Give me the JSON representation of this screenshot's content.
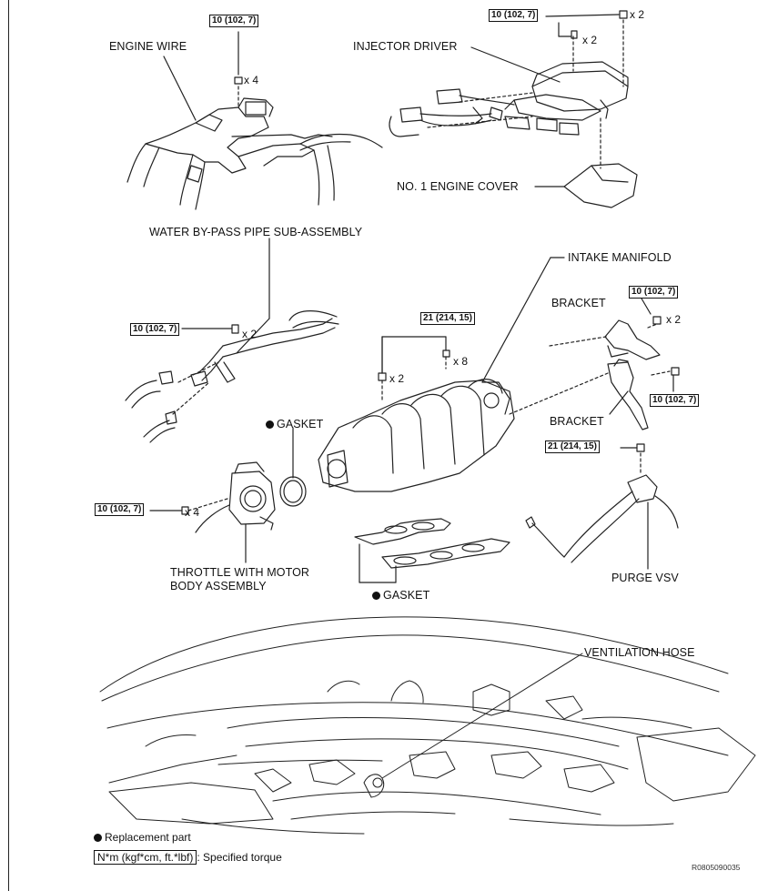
{
  "labels": {
    "engine_wire": "ENGINE WIRE",
    "injector_driver": "INJECTOR DRIVER",
    "no1_engine_cover": "NO. 1 ENGINE COVER",
    "water_bypass": "WATER BY-PASS PIPE SUB-ASSEMBLY",
    "intake_manifold": "INTAKE MANIFOLD",
    "bracket_upper": "BRACKET",
    "bracket_lower": "BRACKET",
    "gasket_round": "GASKET",
    "gasket_lower": "GASKET",
    "throttle_line1": "THROTTLE WITH MOTOR",
    "throttle_line2": "BODY ASSEMBLY",
    "purge_vsv": "PURGE VSV",
    "ventilation_hose": "VENTILATION HOSE"
  },
  "torques": {
    "engine_wire": "10 (102, 7)",
    "injector_driver": "10 (102, 7)",
    "water_bypass": "10 (102, 7)",
    "manifold": "21 (214, 15)",
    "bracket_upper": "10 (102, 7)",
    "bracket_lower": "10 (102, 7)",
    "throttle": "10 (102, 7)",
    "purge_vsv": "21 (214, 15)"
  },
  "quantities": {
    "engine_wire": "x 4",
    "injector_nut": "x 2",
    "injector_bolt": "x 2",
    "water_bypass": "x 2",
    "manifold_bolt": "x 8",
    "manifold_nut": "x 2",
    "bracket_upper": "x 2",
    "throttle": "x 4"
  },
  "legend": {
    "replacement": "Replacement part",
    "spec_units": "N*m (kgf*cm, ft.*lbf)",
    "spec_text": ": Specified torque"
  },
  "figure_id": "R0805090035"
}
